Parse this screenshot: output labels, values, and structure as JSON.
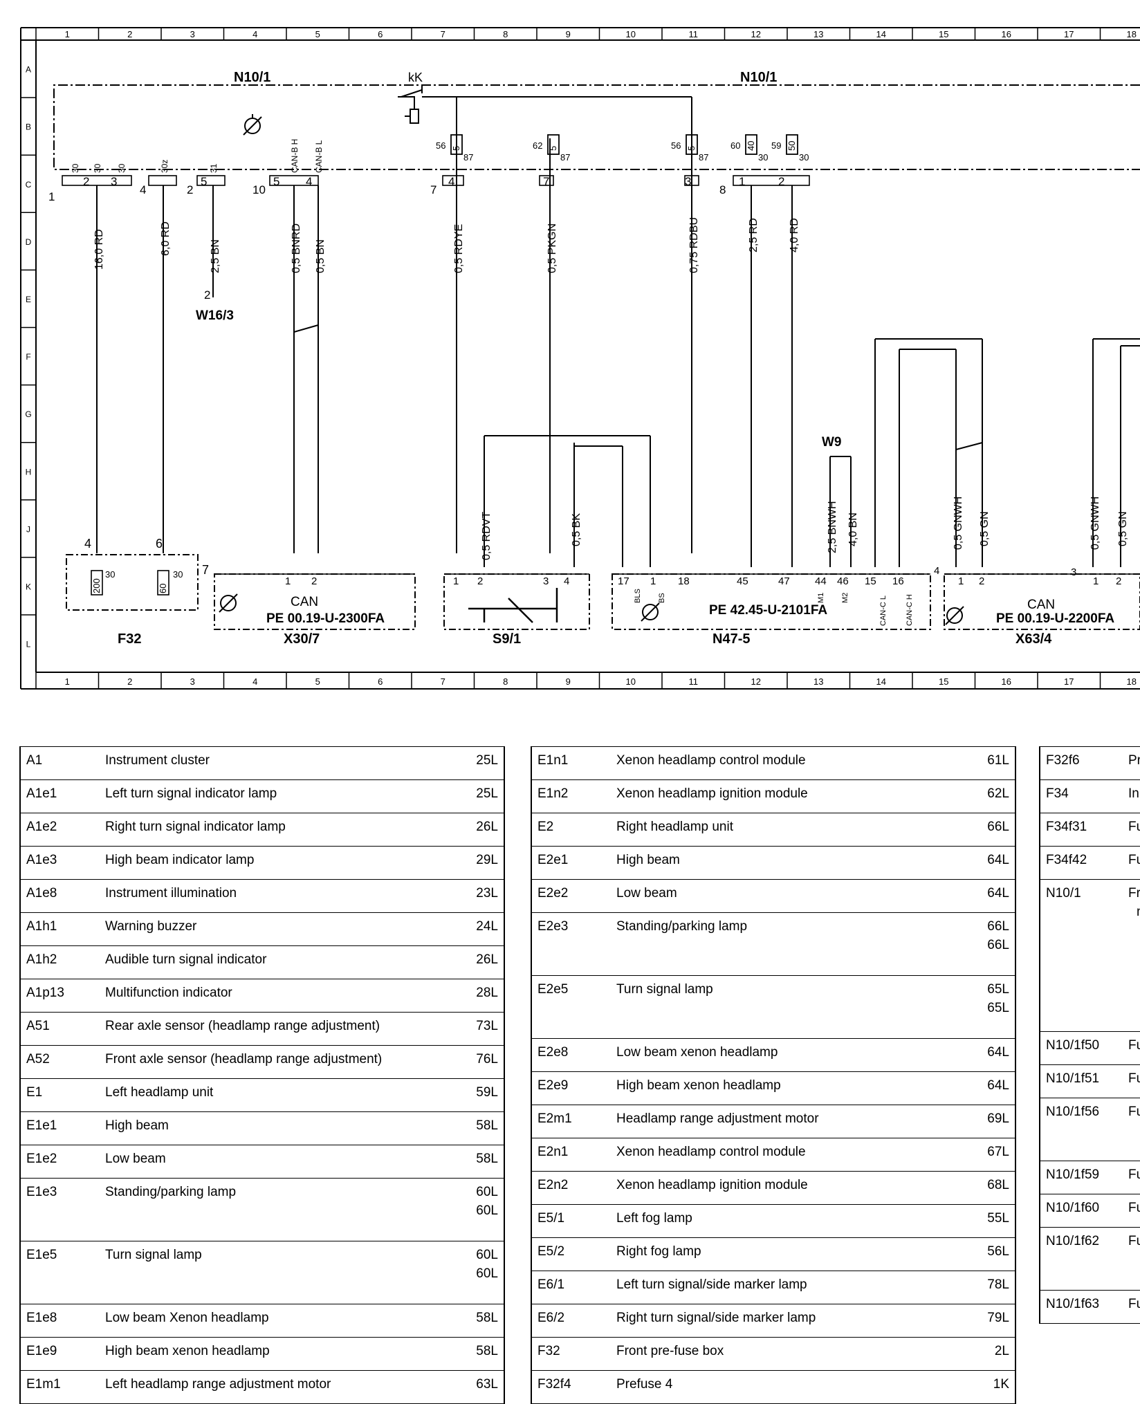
{
  "diagram": {
    "columns": [
      "1",
      "2",
      "3",
      "4",
      "5",
      "6",
      "7",
      "8",
      "9",
      "10",
      "11",
      "12",
      "13",
      "14",
      "15",
      "16",
      "17",
      "18"
    ],
    "rows": [
      "A",
      "B",
      "C",
      "D",
      "E",
      "F",
      "G",
      "H",
      "J",
      "K",
      "L"
    ],
    "labels": {
      "n10_1_left": "N10/1",
      "n10_1_right": "N10/1",
      "kk": "kK",
      "w16_3": "W16/3",
      "w16_3_pin": "2",
      "w9": "W9",
      "f32": "F32",
      "x30_7": "X30/7",
      "s9_1": "S9/1",
      "n47_5": "N47-5",
      "x63_4": "X63/4",
      "can_left": "CAN",
      "can_right": "CAN",
      "ref_x30": "PE 00.19-U-2300FA",
      "ref_n47": "PE 42.45-U-2101FA",
      "ref_x63": "PE 00.19-U-2200FA"
    },
    "connector_pins": {
      "c1": [
        "1",
        "2",
        "3",
        "4"
      ],
      "c2": [
        "2",
        "5"
      ],
      "c3": [
        "10",
        "5",
        "4"
      ],
      "c4": [
        "7",
        "4"
      ],
      "c5": [
        "7"
      ],
      "c6": [
        "3",
        "8"
      ],
      "c7": [
        "1",
        "2"
      ],
      "c8": [
        "30",
        "30",
        "30",
        "30z",
        "31",
        "CAN-B H",
        "CAN-B L"
      ]
    },
    "relays": [
      {
        "num": "56",
        "val": "5",
        "term": "87"
      },
      {
        "num": "62",
        "val": "5",
        "term": "87"
      },
      {
        "num": "56",
        "val": "5",
        "term": "87"
      },
      {
        "num": "60",
        "val": "40",
        "term": "30"
      },
      {
        "num": "59",
        "val": "50",
        "term": "30"
      }
    ],
    "wires": [
      "16,0 RD",
      "6,0 RD",
      "2,5 BN",
      "0,5 BNRD",
      "0,5 BN",
      "0,5 RDYE",
      "0,5 PKGN",
      "0,75 RDBU",
      "2,5 RD",
      "4,0 RD",
      "0,5 RDVT",
      "0,5 BK",
      "2,5 BNWH",
      "4,0 BN",
      "0,5 GNWH",
      "0,5 GN",
      "0,5 GNWH",
      "0,5 GN"
    ],
    "f32_fuses": [
      {
        "pin": "4",
        "val": "200",
        "term": "30"
      },
      {
        "pin": "6",
        "val": "60",
        "term": "30"
      }
    ],
    "f32_pins": [
      "4",
      "6",
      "7"
    ],
    "x30_pins": [
      "1",
      "2"
    ],
    "s9_pins": [
      "1",
      "2",
      "3",
      "4"
    ],
    "n47_pins": [
      "17",
      "1",
      "18",
      "45",
      "47",
      "44",
      "46",
      "15",
      "16",
      "4"
    ],
    "n47_pin_names": [
      "BLS",
      "BS",
      "M1",
      "M2",
      "CAN-C L",
      "CAN-C H"
    ],
    "x63_pins": [
      "1",
      "2",
      "3",
      "1",
      "2"
    ]
  },
  "tables": {
    "col1": [
      {
        "code": "A1",
        "desc": "Instrument cluster",
        "page": "25L"
      },
      {
        "code": "A1e1",
        "desc": "Left turn signal indicator lamp",
        "page": "25L"
      },
      {
        "code": "A1e2",
        "desc": "Right turn signal indicator lamp",
        "page": "26L"
      },
      {
        "code": "A1e3",
        "desc": "High beam indicator lamp",
        "page": "29L"
      },
      {
        "code": "A1e8",
        "desc": "Instrument illumination",
        "page": "23L"
      },
      {
        "code": "A1h1",
        "desc": "Warning buzzer",
        "page": "24L"
      },
      {
        "code": "A1h2",
        "desc": "Audible turn signal indicator",
        "page": "26L"
      },
      {
        "code": "A1p13",
        "desc": "Multifunction indicator",
        "page": "28L"
      },
      {
        "code": "A51",
        "desc": "Rear axle sensor (headlamp range adjustment)",
        "page": "73L"
      },
      {
        "code": "A52",
        "desc": "Front axle sensor (headlamp range adjustment)",
        "page": "76L"
      },
      {
        "code": "E1",
        "desc": "Left headlamp unit",
        "page": "59L"
      },
      {
        "code": "E1e1",
        "desc": "High beam",
        "page": "58L"
      },
      {
        "code": "E1e2",
        "desc": "Low beam",
        "page": "58L"
      },
      {
        "code": "E1e3",
        "desc": "Standing/parking lamp",
        "page": "60L",
        "page2": "60L",
        "tall": 2
      },
      {
        "code": "E1e5",
        "desc": "Turn signal lamp",
        "page": "60L",
        "page2": "60L",
        "tall": 2
      },
      {
        "code": "E1e8",
        "desc": "Low beam Xenon headlamp",
        "page": "58L"
      },
      {
        "code": "E1e9",
        "desc": "High beam xenon headlamp",
        "page": "58L"
      },
      {
        "code": "E1m1",
        "desc": "Left headlamp range adjustment motor",
        "page": "63L"
      }
    ],
    "col2": [
      {
        "code": "E1n1",
        "desc": "Xenon headlamp control module",
        "page": "61L"
      },
      {
        "code": "E1n2",
        "desc": "Xenon headlamp ignition module",
        "page": "62L"
      },
      {
        "code": "E2",
        "desc": "Right headlamp unit",
        "page": "66L"
      },
      {
        "code": "E2e1",
        "desc": "High beam",
        "page": "64L"
      },
      {
        "code": "E2e2",
        "desc": "Low beam",
        "page": "64L"
      },
      {
        "code": "E2e3",
        "desc": "Standing/parking lamp",
        "page": "66L",
        "page2": "66L",
        "tall": 2
      },
      {
        "code": "E2e5",
        "desc": "Turn signal lamp",
        "page": "65L",
        "page2": "65L",
        "tall": 2
      },
      {
        "code": "E2e8",
        "desc": "Low beam xenon headlamp",
        "page": "64L"
      },
      {
        "code": "E2e9",
        "desc": "High beam xenon headlamp",
        "page": "64L"
      },
      {
        "code": "E2m1",
        "desc": "Headlamp range adjustment motor",
        "page": "69L"
      },
      {
        "code": "E2n1",
        "desc": "Xenon headlamp control module",
        "page": "67L"
      },
      {
        "code": "E2n2",
        "desc": "Xenon headlamp ignition module",
        "page": "68L"
      },
      {
        "code": "E5/1",
        "desc": "Left fog lamp",
        "page": "55L"
      },
      {
        "code": "E5/2",
        "desc": "Right fog lamp",
        "page": "56L"
      },
      {
        "code": "E6/1",
        "desc": "Left turn signal/side marker lamp",
        "page": "78L"
      },
      {
        "code": "E6/2",
        "desc": "Right turn signal/side marker lamp",
        "page": "79L"
      },
      {
        "code": "F32",
        "desc": "Front pre-fuse box",
        "page": "2L"
      },
      {
        "code": "F32f4",
        "desc": "Prefuse 4",
        "page": "1K"
      }
    ],
    "col3": [
      {
        "code": "F32f6",
        "desc": "Pr"
      },
      {
        "code": "F34",
        "desc": "In"
      },
      {
        "code": "F34f31",
        "desc": "Fu"
      },
      {
        "code": "F34f42",
        "desc": "Fu"
      },
      {
        "code": "N10/1",
        "desc": "Fr",
        "desc2": "m",
        "tall": 5
      },
      {
        "code": "N10/1f50",
        "desc": "Fu"
      },
      {
        "code": "N10/1f51",
        "desc": "Fu"
      },
      {
        "code": "N10/1f56",
        "desc": "Fu",
        "tall": 2
      },
      {
        "code": "N10/1f59",
        "desc": "Fu"
      },
      {
        "code": "N10/1f60",
        "desc": "Fu"
      },
      {
        "code": "N10/1f62",
        "desc": "Fu",
        "tall": 2
      },
      {
        "code": "N10/1f63",
        "desc": "Fu"
      }
    ]
  }
}
